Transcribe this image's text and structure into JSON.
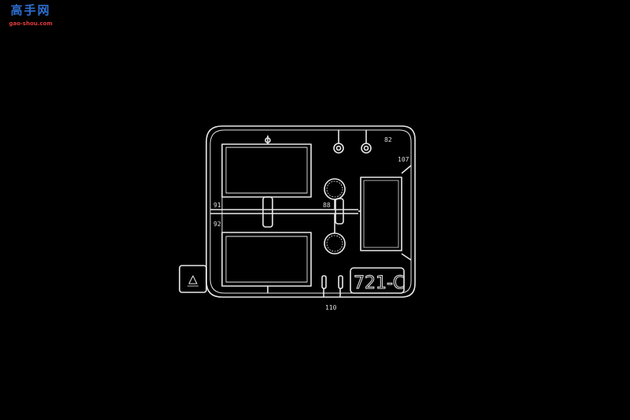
{
  "watermark": {
    "title": "高手网",
    "url": "gao-shou.com"
  },
  "sprue": {
    "code": "721-C",
    "part_numbers": [
      "82",
      "107",
      "91",
      "92",
      "88",
      "110"
    ]
  },
  "colors": {
    "background": "#000000",
    "plastic": "#e8e8e8",
    "watermark_blue": "#2f6fd0",
    "watermark_red": "#e23b3b"
  }
}
